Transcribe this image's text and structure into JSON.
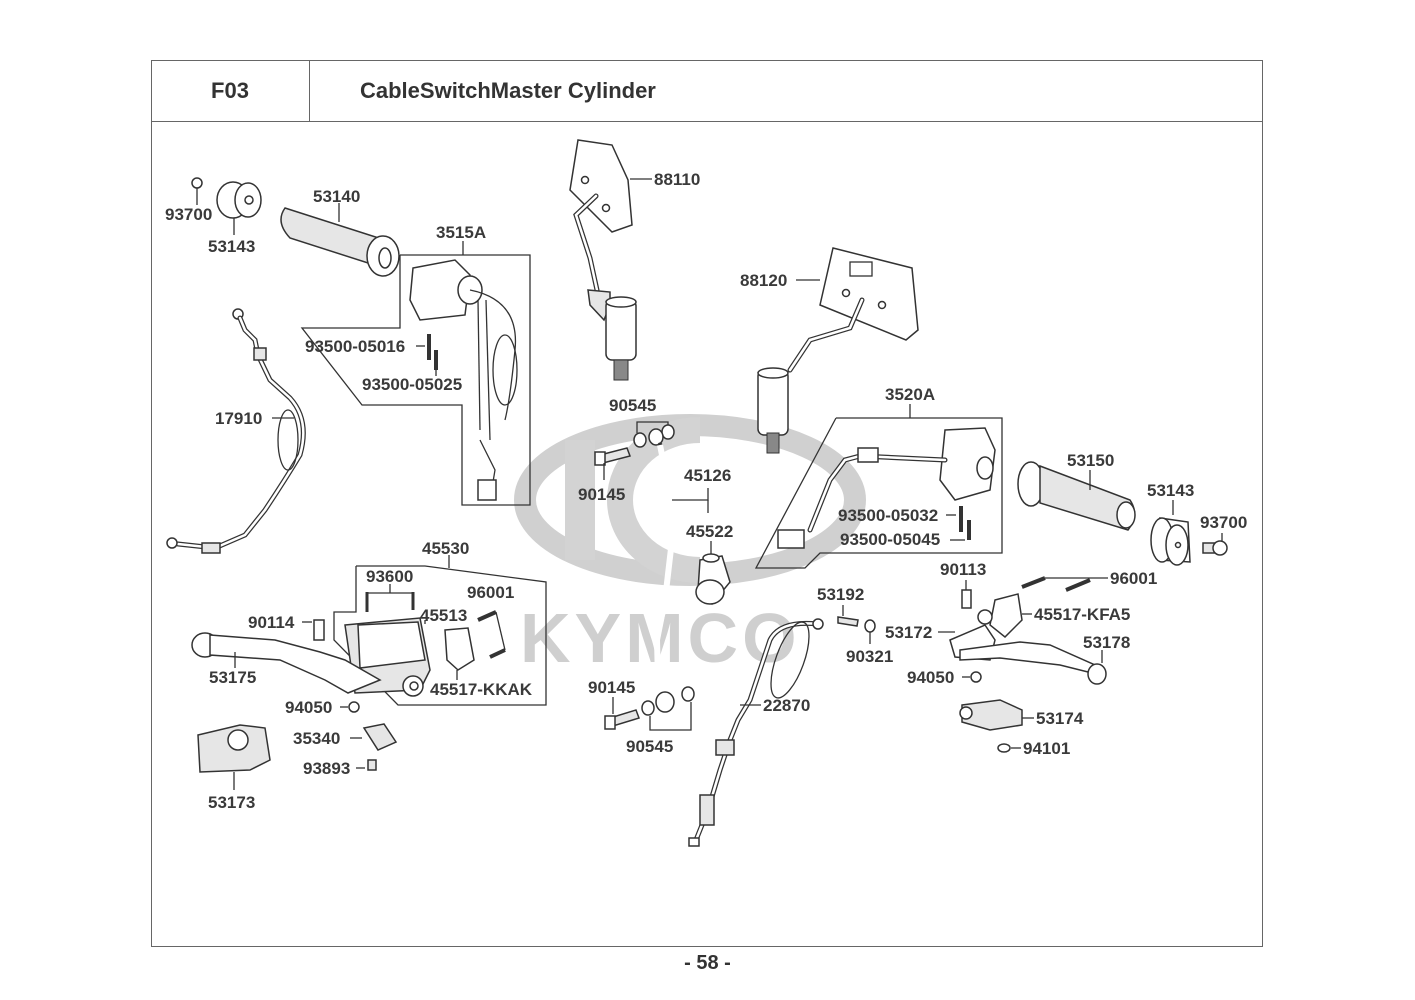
{
  "header": {
    "section_code": "F03",
    "title": "CableSwitchMaster Cylinder"
  },
  "watermark": {
    "brand": "KYMCO"
  },
  "footer": {
    "page_number": "- 58 -"
  },
  "parts": {
    "p93700_l": "93700",
    "p53143_l": "53143",
    "p53140": "53140",
    "p3515A": "3515A",
    "p93500_05016": "93500-05016",
    "p93500_05025": "93500-05025",
    "p17910": "17910",
    "p88110": "88110",
    "p88120": "88120",
    "p90545_t": "90545",
    "p90145_t": "90145",
    "p45126": "45126",
    "p45522": "45522",
    "p3520A": "3520A",
    "p93500_05032": "93500-05032",
    "p93500_05045": "93500-05045",
    "p53150": "53150",
    "p53143_r": "53143",
    "p93700_r": "93700",
    "p45530": "45530",
    "p93600": "93600",
    "p96001_l": "96001",
    "p90114": "90114",
    "p45513": "45513",
    "p53175": "53175",
    "p45517_KKAK": "45517-KKAK",
    "p94050_l": "94050",
    "p35340": "35340",
    "p93893": "93893",
    "p53173": "53173",
    "p90145_b": "90145",
    "p90545_b": "90545",
    "p22870": "22870",
    "p53192": "53192",
    "p90321": "90321",
    "p53172": "53172",
    "p90113": "90113",
    "p96001_r": "96001",
    "p45517_KFA5": "45517-KFA5",
    "p53178": "53178",
    "p94050_r": "94050",
    "p53174": "53174",
    "p94101": "94101"
  }
}
